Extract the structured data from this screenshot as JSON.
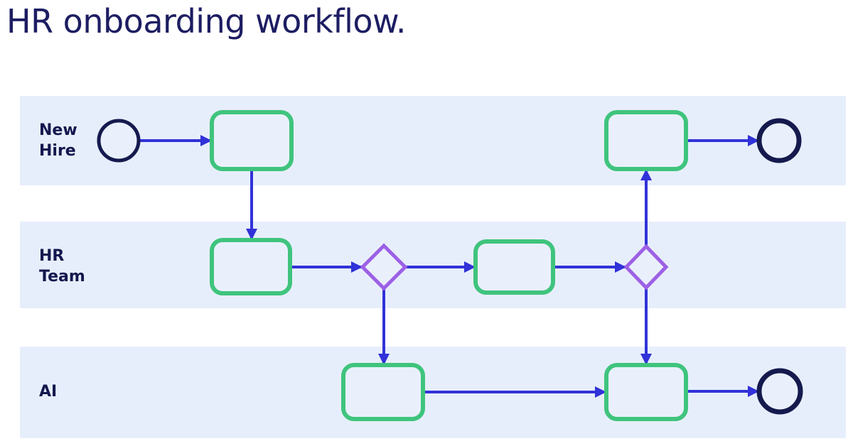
{
  "title": "HR onboarding workflow.",
  "colors": {
    "title_text": "#1d1d63",
    "label_text": "#12174d",
    "lane_bg": "#e7eefb",
    "node_fill": "#e9f0fc",
    "task_border": "#3fc47d",
    "gateway_border": "#9d60e5",
    "arrow": "#3132d8",
    "event_border": "#151a4e"
  },
  "lanes": [
    {
      "id": "new-hire",
      "label": "New\nHire"
    },
    {
      "id": "hr-team",
      "label": "HR\nTeam"
    },
    {
      "id": "ai",
      "label": "AI"
    }
  ],
  "diagram": {
    "type": "bpmn-swimlane-flowchart",
    "nodes": [
      {
        "id": "start-event",
        "lane": "new-hire",
        "kind": "start-event"
      },
      {
        "id": "task-1",
        "lane": "new-hire",
        "kind": "task"
      },
      {
        "id": "task-2",
        "lane": "hr-team",
        "kind": "task"
      },
      {
        "id": "gateway-1",
        "lane": "hr-team",
        "kind": "gateway"
      },
      {
        "id": "task-3",
        "lane": "hr-team",
        "kind": "task"
      },
      {
        "id": "gateway-2",
        "lane": "hr-team",
        "kind": "gateway"
      },
      {
        "id": "task-4",
        "lane": "new-hire",
        "kind": "task"
      },
      {
        "id": "end-event-1",
        "lane": "new-hire",
        "kind": "end-event"
      },
      {
        "id": "task-5",
        "lane": "ai",
        "kind": "task"
      },
      {
        "id": "task-6",
        "lane": "ai",
        "kind": "task"
      },
      {
        "id": "end-event-2",
        "lane": "ai",
        "kind": "end-event"
      }
    ],
    "flows": [
      [
        "start-event",
        "task-1"
      ],
      [
        "task-1",
        "task-2"
      ],
      [
        "task-2",
        "gateway-1"
      ],
      [
        "gateway-1",
        "task-3"
      ],
      [
        "task-3",
        "gateway-2"
      ],
      [
        "gateway-2",
        "task-4"
      ],
      [
        "task-4",
        "end-event-1"
      ],
      [
        "gateway-1",
        "task-5"
      ],
      [
        "gateway-2",
        "task-6"
      ],
      [
        "task-5",
        "task-6"
      ],
      [
        "task-6",
        "end-event-2"
      ]
    ]
  }
}
